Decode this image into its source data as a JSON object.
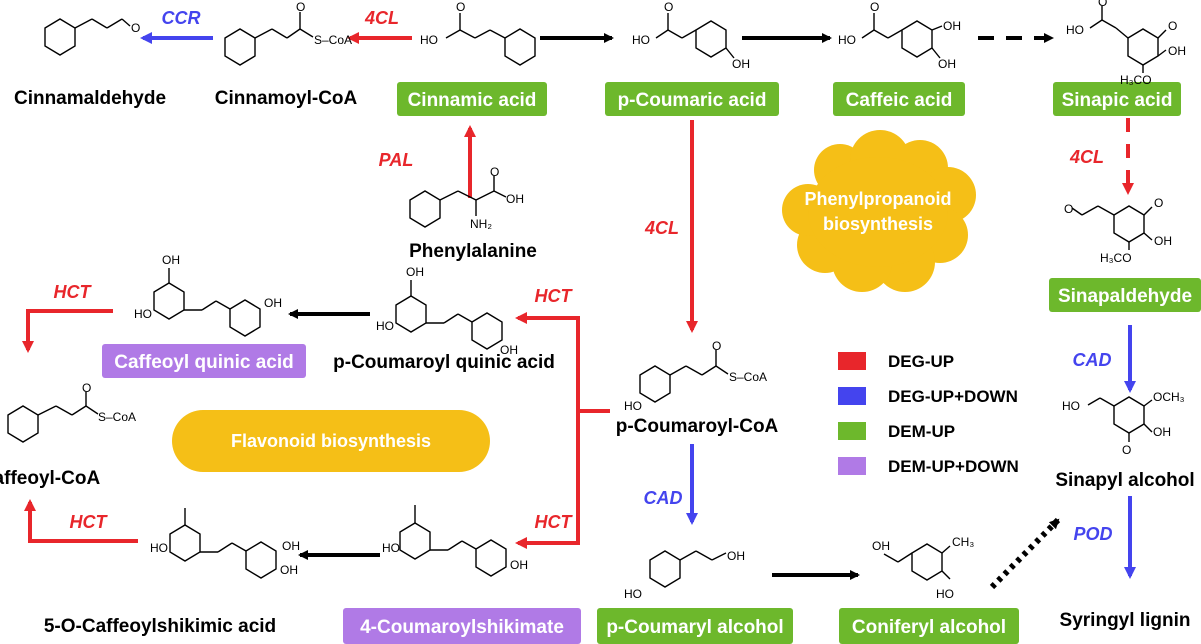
{
  "colors": {
    "deg_up": "#e8262b",
    "deg_updown": "#4444ee",
    "dem_up": "#6db82c",
    "dem_updown": "#b07ae6",
    "pathway": "#f5bf17",
    "black": "#000000"
  },
  "nodes": {
    "cinnamic_acid": "Cinnamic acid",
    "p_coumaric_acid": "p-Coumaric acid",
    "caffeic_acid": "Caffeic acid",
    "sinapic_acid": "Sinapic acid",
    "sinapaldehyde": "Sinapaldehyde",
    "caffeoyl_quinic_acid": "Caffeoyl quinic acid",
    "p_coumaryl_alcohol": "p-Coumaryl alcohol",
    "coniferyl_alcohol": "Coniferyl alcohol",
    "four_coumaroylshikimate": "4-Coumaroylshikimate"
  },
  "labels": {
    "cinnamaldehyde": "Cinnamaldehyde",
    "cinnamoyl_coa": "Cinnamoyl-CoA",
    "phenylalanine": "Phenylalanine",
    "p_coumaroyl_quinic_acid": "p-Coumaroyl quinic acid",
    "p_coumaroyl_coa": "p-Coumaroyl-CoA",
    "caffeoyl_coa": "Caffeoyl-CoA",
    "sinapyl_alcohol": "Sinapyl alcohol",
    "syringyl_lignin": "Syringyl lignin",
    "caffeoylshikimic_acid": "5-O-Caffeoylshikimic acid"
  },
  "enzymes": {
    "ccr": "CCR",
    "four_cl_top": "4CL",
    "pal": "PAL",
    "four_cl_mid": "4CL",
    "four_cl_right": "4CL",
    "hct_left_top": "HCT",
    "hct_mid_top": "HCT",
    "hct_mid_bottom": "HCT",
    "hct_left_bottom": "HCT",
    "cad_mid": "CAD",
    "cad_right": "CAD",
    "pod": "POD"
  },
  "pathways": {
    "phenylpropanoid_line1": "Phenylpropanoid",
    "phenylpropanoid_line2": "biosynthesis",
    "flavonoid": "Flavonoid biosynthesis"
  },
  "legend": [
    {
      "label": "DEG-UP",
      "color": "#e8262b"
    },
    {
      "label": "DEG-UP+DOWN",
      "color": "#4444ee"
    },
    {
      "label": "DEM-UP",
      "color": "#6db82c"
    },
    {
      "label": "DEM-UP+DOWN",
      "color": "#b07ae6"
    }
  ],
  "structure_text": {
    "ho": "HO",
    "oh": "OH",
    "o": "O",
    "s_coa": "S–CoA",
    "nh2": "NH₂",
    "h3co": "H₃CO",
    "ch3": "CH₃",
    "ho_oh": "HO",
    "och3": "OCH₃"
  }
}
